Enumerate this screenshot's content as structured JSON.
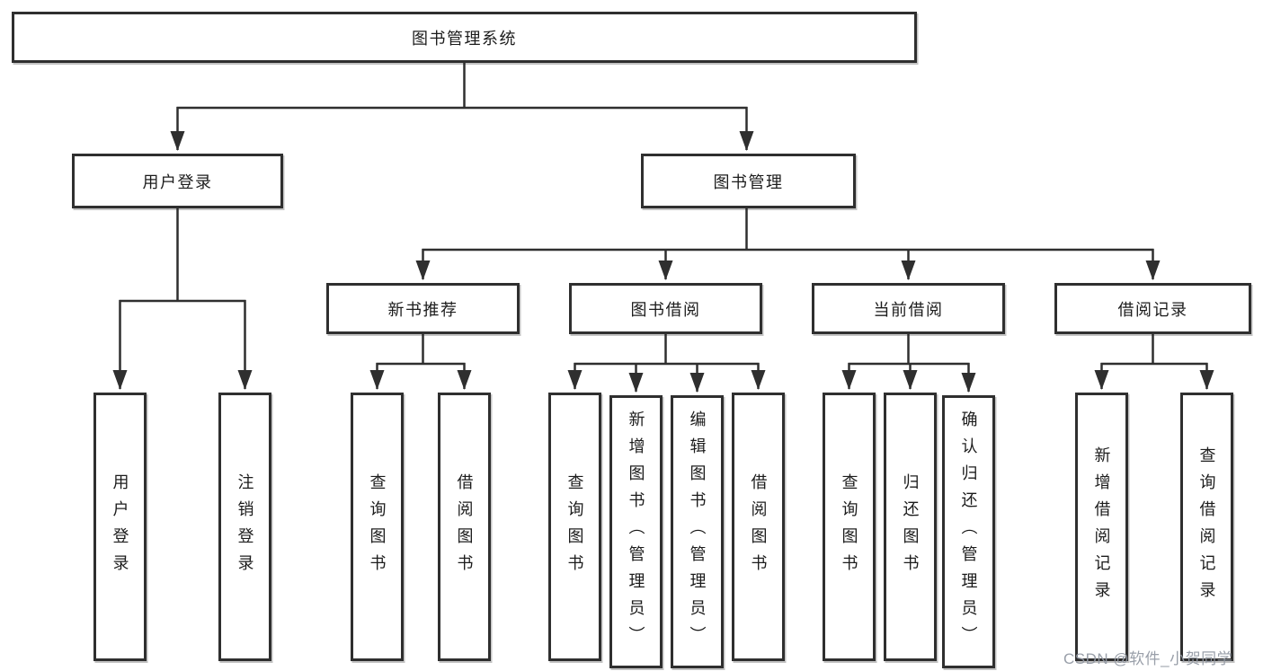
{
  "diagram": {
    "root": {
      "label": "图书管理系统"
    },
    "level2": [
      {
        "label": "用户登录"
      },
      {
        "label": "图书管理"
      }
    ],
    "level3": [
      {
        "label": "新书推荐"
      },
      {
        "label": "图书借阅"
      },
      {
        "label": "当前借阅"
      },
      {
        "label": "借阅记录"
      }
    ],
    "leaves": [
      {
        "label": "用户登录",
        "parent": "用户登录"
      },
      {
        "label": "注销登录",
        "parent": "用户登录"
      },
      {
        "label": "查询图书",
        "parent": "新书推荐"
      },
      {
        "label": "借阅图书",
        "parent": "新书推荐"
      },
      {
        "label": "查询图书",
        "parent": "图书借阅"
      },
      {
        "label": "新增图书（管理员）",
        "parent": "图书借阅"
      },
      {
        "label": "编辑图书（管理员）",
        "parent": "图书借阅"
      },
      {
        "label": "借阅图书",
        "parent": "图书借阅"
      },
      {
        "label": "查询图书",
        "parent": "当前借阅"
      },
      {
        "label": "归还图书",
        "parent": "当前借阅"
      },
      {
        "label": "确认归还（管理员）",
        "parent": "当前借阅"
      },
      {
        "label": "新增借阅记录",
        "parent": "借阅记录"
      },
      {
        "label": "查询借阅记录",
        "parent": "借阅记录"
      }
    ]
  },
  "watermark": {
    "text": "CSDN @软件_小贺同学"
  },
  "colors": {
    "line": "#2f2f2f",
    "box_border": "#2f2f2f",
    "box_fill": "#ffffff",
    "text": "#1c1c1c",
    "background": "#ffffff",
    "watermark": "#949aa4"
  }
}
